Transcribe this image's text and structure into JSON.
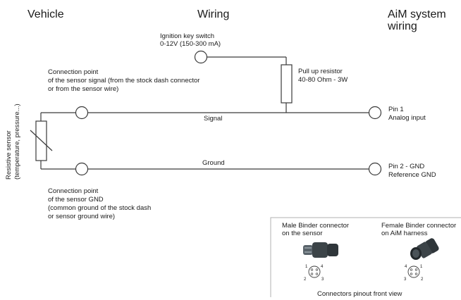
{
  "headers": {
    "vehicle": "Vehicle",
    "wiring": "Wiring",
    "aim_line1": "AiM system",
    "aim_line2": "wiring"
  },
  "ignition": {
    "line1": "Ignition key switch",
    "line2": "0-12V (150-300 mA)"
  },
  "pullup": {
    "line1": "Pull up resistor",
    "line2": "40-80 Ohm - 3W"
  },
  "conn_signal": {
    "line1": "Connection point",
    "line2": "of the sensor signal (from the stock dash connector",
    "line3": "or from the sensor wire)"
  },
  "conn_ground": {
    "line1": "Connection point",
    "line2": "of the sensor GND",
    "line3": "(common ground of the stock dash",
    "line4": "or sensor ground wire)"
  },
  "sensor": {
    "line1": "Resistive sensor",
    "line2": "(temperature, pressure...)"
  },
  "wires": {
    "signal": "Signal",
    "ground": "Ground"
  },
  "pin1": {
    "line1": "Pin 1",
    "line2": "Analog input"
  },
  "pin2": {
    "line1": "Pin 2 - GND",
    "line2": "Reference GND"
  },
  "connectors_box": {
    "male_line1": "Male Binder connector",
    "male_line2": "on the sensor",
    "female_line1": "Female Binder connector",
    "female_line2": "on AiM harness",
    "caption": "Connectors pinout front view",
    "male_pins": [
      "1",
      "4",
      "2",
      "3"
    ],
    "female_pins": [
      "4",
      "1",
      "3",
      "2"
    ]
  },
  "colors": {
    "line": "#3a3a3a",
    "box_border": "#b0b0b0",
    "connector_body": "#3c4448"
  }
}
